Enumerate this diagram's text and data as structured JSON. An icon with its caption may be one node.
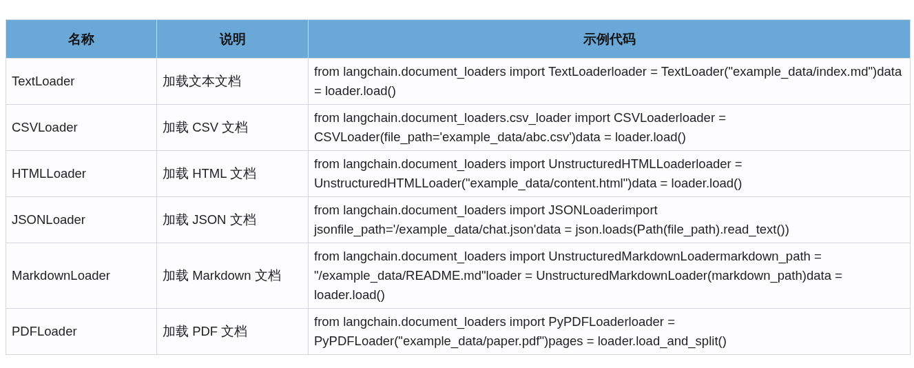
{
  "diagram": {
    "labels": [
      "名称",
      "说明",
      "示例代码",
      "TextLoader",
      "加载文本文档",
      "from langchain.document_loaders import TextLoaderloader = TextLoader(\"example_data/index.md\")data = loader.load()",
      "CSVLoader",
      "加载 CSV 文档",
      "from langchain.document_loaders.csv_loader import CSVLoaderloader = CSVLoader(file_path='example_data/abc.csv')data = loader.load()",
      "HTMLLoader",
      "加载 HTML 文档",
      "from langchain.document_loaders import UnstructuredHTMLLoaderloader = UnstructuredHTMLLoader(\"example_data/content.html\")data = loader.load()",
      "JSONLoader",
      "加载 JSON 文档",
      "from langchain.document_loaders import JSONLoaderimport jsonfile_path='/example_data/chat.json'data = json.loads(Path(file_path).read_text())",
      "MarkdownLoader",
      "加载 Markdown 文档",
      "from langchain.document_loaders import UnstructuredMarkdownLoadermarkdown_path = \"/example_data/README.md\"loader = UnstructuredMarkdownLoader(markdown_path)data = loader.load()",
      "PDFLoader",
      "加载 PDF 文档",
      "from langchain.document_loaders import PyPDFLoaderloader = PyPDFLoader(\"example_data/paper.pdf\")pages = loader.load_and_split()"
    ]
  }
}
